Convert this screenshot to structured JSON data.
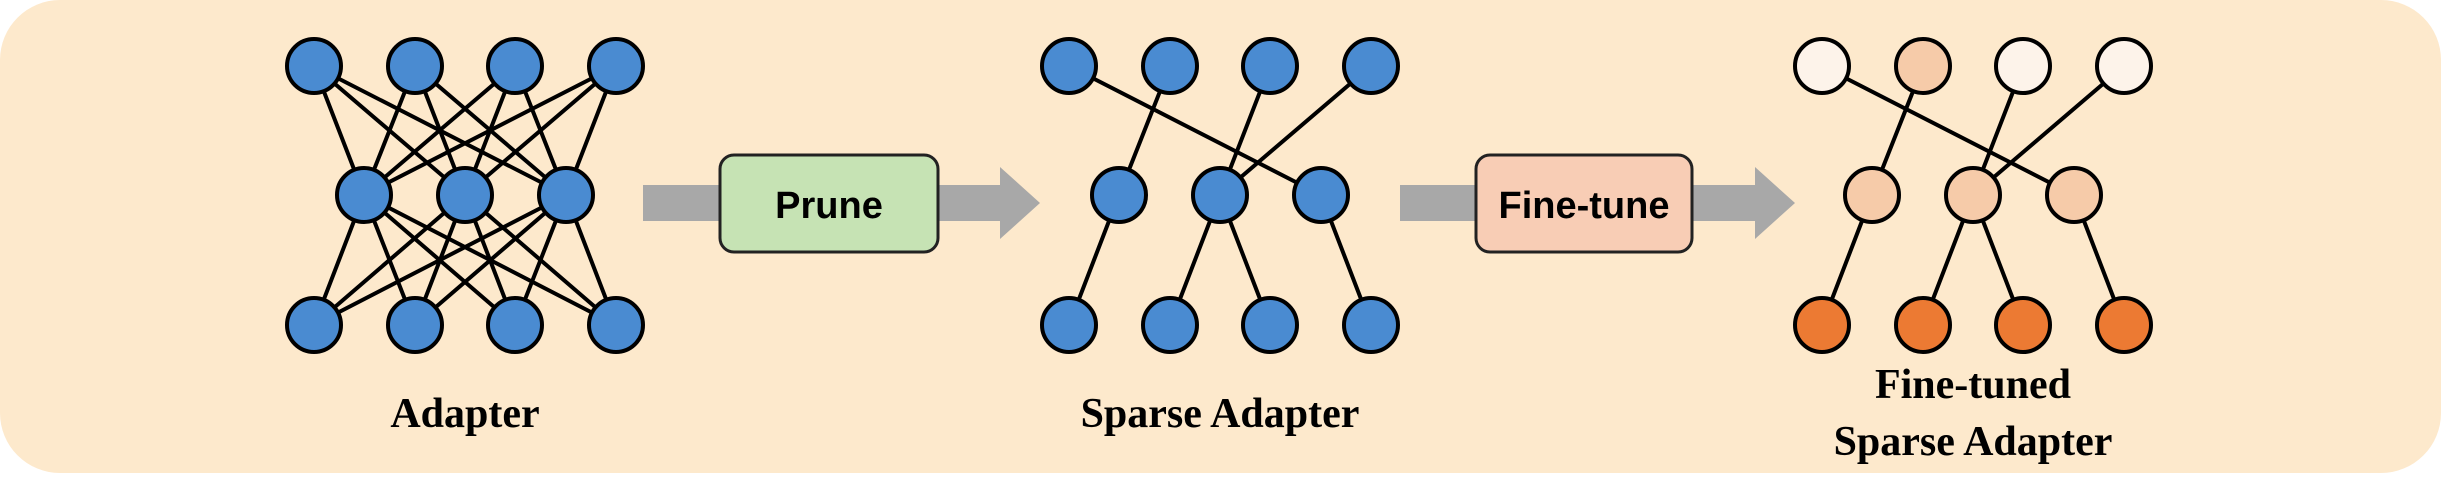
{
  "colors": {
    "background": "#fde9cc",
    "node_blue": "#4a8bd1",
    "node_light": "#fdf3ea",
    "node_peach": "#f6cba9",
    "node_orange": "#ec7a33",
    "arrow": "#a8a8a8",
    "prune_fill": "#c6e3b4",
    "finetune_fill": "#f8cdb5"
  },
  "icons": [
    "neural-network-icon",
    "arrow-right-icon"
  ],
  "steps": {
    "prune_label": "Prune",
    "finetune_label": "Fine-tune"
  },
  "networks": {
    "dense": {
      "caption": "Adapter"
    },
    "sparse": {
      "caption": "Sparse Adapter"
    },
    "finetuned": {
      "caption_line1": "Fine-tuned",
      "caption_line2": "Sparse Adapter"
    }
  }
}
